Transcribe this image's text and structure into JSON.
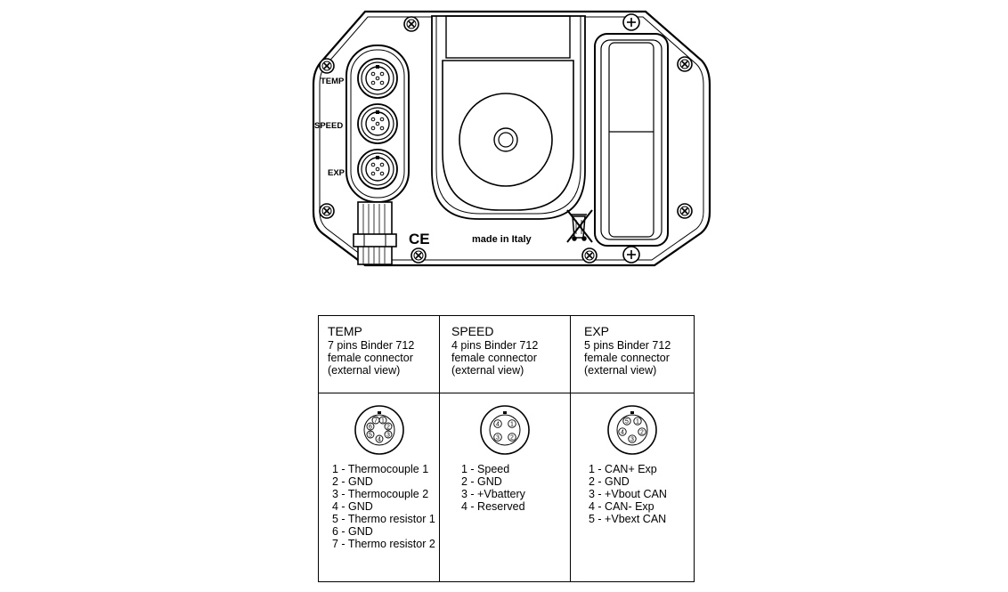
{
  "panel": {
    "connector_labels": [
      "TEMP",
      "SPEED",
      "EXP"
    ],
    "ce_mark": "CE",
    "made_in": "made in Italy"
  },
  "connectors": [
    {
      "name": "TEMP",
      "desc": [
        "7 pins Binder 712",
        "female connector",
        "(external view)"
      ],
      "face_numbers": [
        "7",
        "1",
        "6",
        "2",
        "5",
        "3",
        "4"
      ],
      "pins": [
        "1 - Thermocouple 1",
        "2 - GND",
        "3 - Thermocouple 2",
        "4 - GND",
        "5 - Thermo resistor 1",
        "6 - GND",
        "7 - Thermo resistor 2"
      ]
    },
    {
      "name": "SPEED",
      "desc": [
        "4 pins Binder 712",
        "female connector",
        "(external view)"
      ],
      "face_numbers": [
        "4",
        "1",
        "3",
        "2"
      ],
      "pins": [
        "1 - Speed",
        "2 - GND",
        "3 - +Vbattery",
        "4 - Reserved"
      ]
    },
    {
      "name": "EXP",
      "desc": [
        "5 pins Binder 712",
        "female connector",
        "(external view)"
      ],
      "face_numbers": [
        "5",
        "1",
        "4",
        "2",
        "3"
      ],
      "pins": [
        "1 - CAN+ Exp",
        "2 - GND",
        "3 - +Vbout CAN",
        "4 - CAN- Exp",
        "5 - +Vbext CAN"
      ]
    }
  ]
}
